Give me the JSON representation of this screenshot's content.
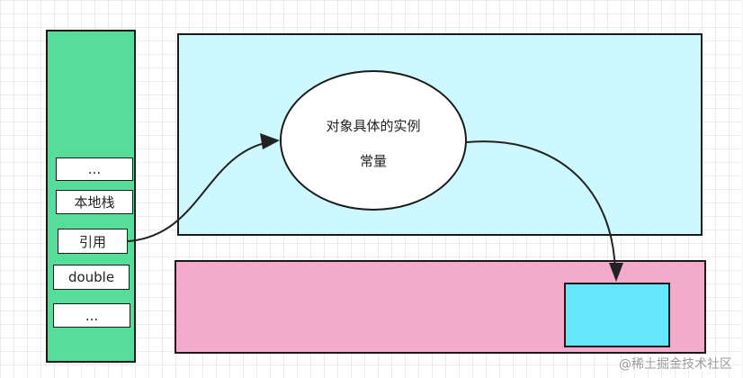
{
  "stack_slots": [
    {
      "label": "..."
    },
    {
      "label": "本地栈"
    },
    {
      "label": "引用"
    },
    {
      "label": "double"
    },
    {
      "label": "..."
    }
  ],
  "heap_object": {
    "line1": "对象具体的实例",
    "line2": "常量"
  },
  "watermark": "@稀土掘金技术社区",
  "colors": {
    "stack": "#55dd99",
    "heap": "#cdf8fd",
    "method_area": "#f4aacb",
    "small_block": "#66e6fc",
    "grid": "#ececec"
  }
}
